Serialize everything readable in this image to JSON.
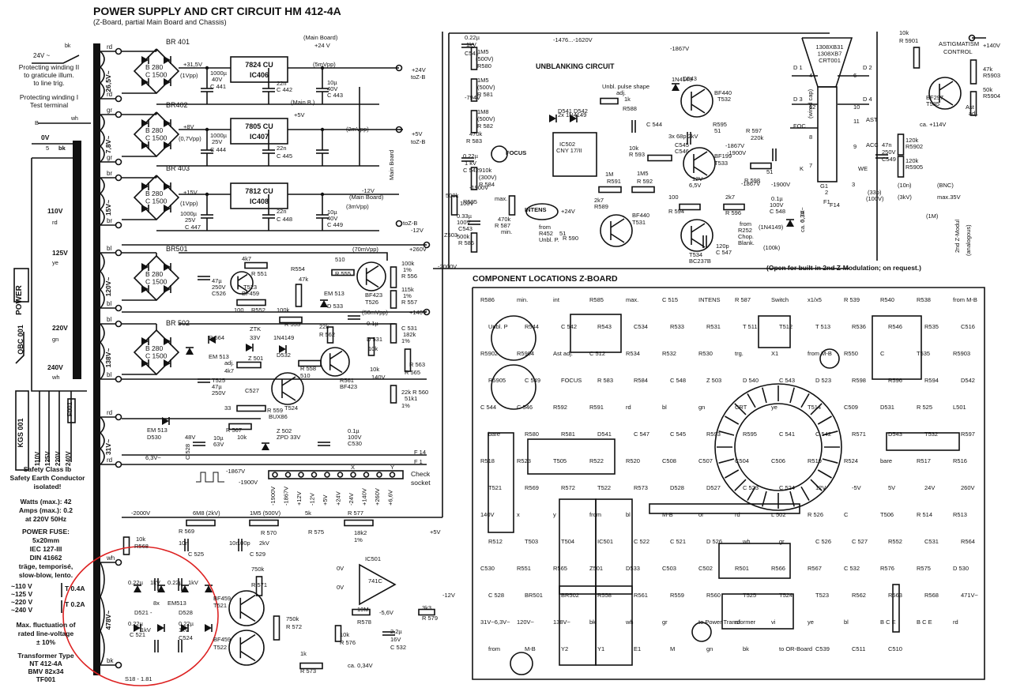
{
  "title": "POWER SUPPLY AND CRT CIRCUIT  HM 412-4A",
  "subtitle": "(Z-Board, partial Main Board and Chassis)",
  "left_notes": {
    "prot2": [
      "Protecting winding II",
      "to graticule illum.",
      "to line trig."
    ],
    "prot1": [
      "Protecting winding I",
      "Test terminal"
    ],
    "power_label": "POWER",
    "qbc": "QBC 001",
    "kgs": "KGS 001",
    "f001": "F001",
    "sel": [
      "110V",
      "125V",
      "220V",
      "240V"
    ],
    "safety": [
      "Safety Class Ib",
      "Safety Earth Conductor",
      "isolated!"
    ],
    "watts": [
      "Watts (max.): 42",
      "Amps (max.): 0.2",
      "at 220V 50Hz"
    ],
    "fuse": [
      "POWER FUSE:",
      "5x20mm",
      "IEC 127-III",
      "DIN 41662",
      "träge, temporisé,",
      "slow-blow, lento."
    ],
    "fuse_table": [
      "~110 V",
      "~125 V",
      "~220 V",
      "~240 V"
    ],
    "fuse_vals": [
      "T 0.4A",
      "T 0.2A"
    ],
    "fluct": [
      "Max. fluctuation of",
      "rated line-voltage",
      "± 10%"
    ],
    "transformer": [
      "Transformer Type",
      "NT 412-4A",
      "BMV 82x34",
      "TF001"
    ]
  },
  "transformer_taps": [
    "0V",
    "110V",
    "125V",
    "220V",
    "240V",
    "5",
    "bk",
    "rd",
    "ye",
    "gn",
    "wh",
    "24V ~",
    "bk",
    "B",
    "wh"
  ],
  "windings": [
    {
      "volt": "26,5V~",
      "c1": "rd",
      "c2": "rd"
    },
    {
      "volt": "7,8V~",
      "c1": "gr",
      "c2": "gr"
    },
    {
      "volt": "15V~",
      "c1": "br",
      "c2": "br"
    },
    {
      "volt": "120V~",
      "c1": "bl",
      "c2": "bl"
    },
    {
      "volt": "138V~",
      "c1": "bl",
      "c2": "bl"
    },
    {
      "volt": "31V~",
      "c1": "rd",
      "c2": "rd"
    },
    {
      "volt": "478V~",
      "c1": "wh",
      "c2": "bk"
    }
  ],
  "rectifiers": [
    {
      "name": "BR 401",
      "part": "B 280\nC 1500"
    },
    {
      "name": "BR402",
      "part": "B 280\nC 1500"
    },
    {
      "name": "BR 403",
      "part": "B 280\nC 1500"
    },
    {
      "name": "BR501",
      "part": "B 280\nC 1500"
    },
    {
      "name": "BR 502",
      "part": "B 280\nC 1500"
    }
  ],
  "regulators": [
    {
      "name": "7824 CU",
      "ic": "IC406"
    },
    {
      "name": "7805 CU",
      "ic": "IC407"
    },
    {
      "name": "7812 CU",
      "ic": "IC408"
    }
  ],
  "supply_labels": [
    "+31,5V",
    "(1Vpp)",
    "1000µ",
    "40V",
    "C 441",
    "22n",
    "C 442",
    "(5mVpp)",
    "10µ",
    "40V",
    "C 443",
    "+24V",
    "toZ-B",
    "(Main Board)",
    "+24 V",
    "+8V",
    "(0,7Vpp)",
    "1000µ",
    "25V",
    "C 444",
    "22n",
    "C 445",
    "(2mVpp)",
    "(Main B.)",
    "+5V",
    "+5V",
    "toZ-B",
    "+15V",
    "(1Vpp)",
    "1000µ",
    "25V",
    "C 447",
    "22n",
    "C 448",
    "(Main Board)",
    "-12V",
    "(3mVpp)",
    "10µ",
    "40V",
    "C 449",
    "toZ-B",
    "-12V",
    "Main Board"
  ],
  "hv_labels": [
    "4k7",
    "R 551",
    "T523",
    "BF459",
    "R554",
    "47k",
    "510",
    "R 555",
    "(70mVpp)",
    "+260V",
    "47µ",
    "250V",
    "C526",
    "100",
    "R552",
    "100k",
    "R 553",
    "EM 513",
    "D 533",
    "BF423",
    "T526",
    "100k",
    "1%",
    "R 556",
    "115k",
    "1%",
    "R 557",
    "(50mVpp)",
    "+140V",
    "ZTK",
    "33V",
    "Z 501",
    "1N4149",
    "D532",
    "22k",
    "R 562",
    "0.1µ",
    "C 531",
    "182k",
    "1%",
    "R 564",
    "EM 513",
    "D 531",
    "10k",
    "R 563",
    "R 565",
    "10k",
    "140V",
    "adj.",
    "4k7",
    "R 558",
    "510",
    "R561",
    "BF423",
    "T525",
    "47µ",
    "250V",
    "C527",
    "33",
    "R 559",
    "BUX86",
    "T524",
    "22k R 560",
    "51k1",
    "1%",
    "R 566"
  ],
  "lv_labels": [
    "EM 513",
    "D530",
    "R 567",
    "10k",
    "10µ",
    "63V",
    "C 528",
    "48V",
    "Z 502",
    "ZPD 33V",
    "0.1µ",
    "100V",
    "C530",
    "6,3V~",
    "F 14",
    "F 1"
  ],
  "check_socket": {
    "label": "Check",
    "label2": "socket",
    "pins": [
      "-1900V",
      "-1867V",
      "+12V",
      "-12V",
      "+5V",
      "+24V",
      "-24V",
      "+140V",
      "+260V",
      "+6,6V"
    ],
    "xy": "X",
    "y": "Y",
    "wave1": "-1867V",
    "wave2": "-1900V"
  },
  "hv_bottom": [
    "-2000V",
    "6M8 (2kV)",
    "R 569",
    "1M5 (500V)",
    "R 570",
    "5k",
    "R 575",
    "R 577",
    "18k2",
    "1%",
    "+5V",
    "10k",
    "R568",
    "10n",
    "C 525",
    "10n",
    "100p",
    "2kV",
    "C 529",
    "IC501",
    "741C",
    "0V",
    "0V",
    "-5,6V",
    "-12V",
    "10M",
    "R578",
    "3k3",
    "R 579",
    "10k",
    "R 576",
    "2,2µ",
    "16V",
    "C 532",
    "ca. 0,34V",
    "1k",
    "R 573",
    "750k",
    "R 571",
    "750k",
    "R 572",
    "0.22µ",
    "1kV",
    "0.22µ",
    "1kV",
    "8x",
    "EM513",
    "D521 -",
    "D528",
    "BF459",
    "T521",
    "BF459",
    "T522",
    "0.22µ",
    "1kV",
    "C 521",
    "0.22µ",
    "1kV",
    "C524",
    "S18 - 1.81"
  ],
  "unblanking": {
    "title": "UNBLANKING CIRCUIT",
    "labels": [
      "0.22µ",
      "1kV",
      "C541",
      "1M5",
      "(500V)",
      "R580",
      "1M5",
      "(500V)",
      "R 581",
      "1M8",
      "(500V)",
      "R 582",
      "-794V",
      "470k",
      "R 583",
      "0.22µ",
      "1 kV",
      "C 542",
      "910k",
      "(300V)",
      "R 584",
      "-1900V",
      "FOCUS",
      "2x 1N4149",
      "D541 D542",
      "IC502",
      "CNY 17/II",
      "Unbl. pulse shape",
      "adj.",
      "1k",
      "R588",
      "1N4149",
      "D543",
      "BF440",
      "T532",
      "R595",
      "51",
      "C 544",
      "10k",
      "R 593",
      "3x 68p 2kV",
      "C545",
      "C546",
      "BF199",
      "T533",
      "1M",
      "R591",
      "1M5",
      "R 592",
      "6,5V",
      "12V",
      "-1867V",
      "500k",
      "R585",
      "max.",
      "470k",
      "R 587",
      "min.",
      "0.33µ",
      "100V",
      "C543",
      "500k",
      "R 586",
      "INTENS",
      "+24V",
      "2k7",
      "R589",
      "from",
      "R452",
      "Unbl. P.",
      "51",
      "R 590",
      "BF440",
      "T531",
      "100",
      "R 594",
      "T534",
      "BC237B",
      "2k7",
      "R 596",
      "from",
      "R252",
      "Chop.",
      "Blank.",
      "120p",
      "C 547",
      "(1N4149)",
      "(100k)",
      "-2000V",
      "100V",
      "Z503",
      "-1476...-1620V",
      "-1867V",
      "R 597",
      "220k",
      "-1867V",
      "-1900V",
      "51",
      "R 598",
      "-1900V",
      "0.1µ",
      "100V",
      "C 548",
      "6,3V~",
      "ca. 0,3A",
      "F1",
      "F14"
    ]
  },
  "crt": {
    "name": "1308XB31\n1308XB7\nCRT001",
    "pins": [
      "D 1",
      "D 2",
      "D 3",
      "D 4",
      "FOC",
      "AST",
      "ACC",
      "WE",
      "K",
      "G1"
    ],
    "pin_nums": [
      "4",
      "6",
      "12",
      "10",
      "8",
      "11",
      "9",
      "3",
      "7",
      "2"
    ],
    "labels": [
      "(wired cap)",
      "47n",
      "250V",
      "C549",
      "120k",
      "R5902",
      "120k",
      "R5905",
      "10k",
      "R 5901",
      "ASTIGMATISM",
      "CONTROL",
      "+140V",
      "47k",
      "R5903",
      "50k",
      "R5904",
      "BF297",
      "T535",
      "Ast",
      "adj.",
      "ca. +114V",
      "(10n)",
      "(3kV)",
      "(33p)",
      "(100V)",
      "(1M)",
      "(BNC)",
      "max.35V",
      "2nd Z-Modul",
      "(analogous)"
    ],
    "note": "(Open for built-in 2nd Z-Modulation; on request.)"
  },
  "board": {
    "title": "COMPONENT LOCATIONS Z-BOARD",
    "labels": [
      "R586",
      "min.",
      "int",
      "R585",
      "max.",
      "C 515",
      "INTENS",
      "R 587",
      "Switch",
      "x1/x5",
      "R 539",
      "R540",
      "R538",
      "from M-B",
      "Unbl. P",
      "R544",
      "C 542",
      "R543",
      "C534",
      "R533",
      "R531",
      "T 511",
      "T512",
      "T 513",
      "R536",
      "R546",
      "R535",
      "C516",
      "R5902",
      "R5904",
      "Ast adj.",
      "C 512",
      "R534",
      "R532",
      "R530",
      "trg.",
      "X1",
      "from M-B",
      "R550",
      "C",
      "T535",
      "R5903",
      "R5905",
      "C 549",
      "FOCUS",
      "R 583",
      "R584",
      "C 548",
      "Z 503",
      "D 540",
      "C 543",
      "D 523",
      "R598",
      "R596",
      "R594",
      "D542",
      "C 544",
      "C 546",
      "R592",
      "R591",
      "rd",
      "bl",
      "gn",
      "CRT",
      "ye",
      "T514",
      "C509",
      "D531",
      "R 525",
      "L501",
      "bare",
      "R580",
      "R581",
      "D541",
      "C 547",
      "C 545",
      "R593",
      "R595",
      "C 541",
      "C 542",
      "R571",
      "D543",
      "T532",
      "R597",
      "R518",
      "R523",
      "T505",
      "R522",
      "R520",
      "C508",
      "C507",
      "C504",
      "C506",
      "R519",
      "R524",
      "bare",
      "R517",
      "R516",
      "T521",
      "R569",
      "R572",
      "T522",
      "R573",
      "D528",
      "D527",
      "C 523",
      "C 524",
      "12V",
      "-5V",
      "5V",
      "24V",
      "260V",
      "140V",
      "x",
      "y",
      "from",
      "bl",
      "M-B",
      "or",
      "rd",
      "L 502",
      "R 526",
      "C",
      "T506",
      "R 514",
      "R513",
      "R512",
      "T503",
      "T504",
      "IC501",
      "C 522",
      "C 521",
      "D 526",
      "wh",
      "gr",
      "C 526",
      "C 527",
      "R552",
      "C531",
      "R564",
      "C530",
      "R551",
      "R565",
      "Z501",
      "D533",
      "C503",
      "C502",
      "R501",
      "R566",
      "R567",
      "C 532",
      "R576",
      "R575",
      "D 530",
      "C 528",
      "BR501",
      "BR502",
      "R558",
      "R561",
      "R559",
      "R560",
      "T525",
      "T524",
      "T523",
      "R562",
      "R563",
      "R568",
      "471V~",
      "31V~6,3V~",
      "120V~",
      "138V~",
      "bk",
      "wh",
      "gr",
      "to Power Transformer",
      "rd",
      "vi",
      "ye",
      "bl",
      "B C E",
      "B C E",
      "rd",
      "from",
      "M-B",
      "Y2",
      "Y1",
      "E1",
      "M",
      "gn",
      "bk",
      "to OR-Board",
      "C539",
      "C511",
      "C510"
    ]
  }
}
